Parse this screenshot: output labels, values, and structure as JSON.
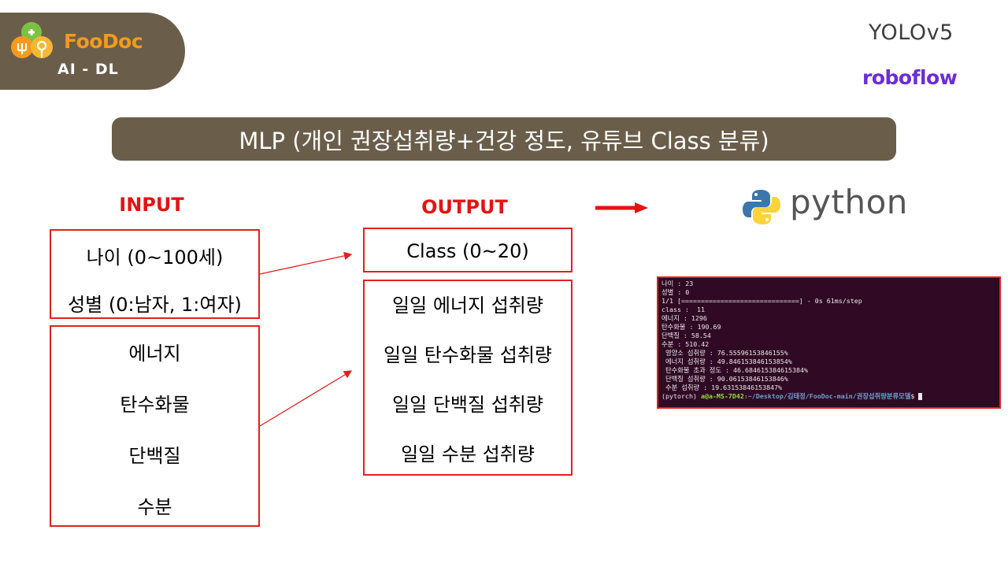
{
  "logo": {
    "name": "FooDoc",
    "subtitle": "AI - DL"
  },
  "partners": {
    "yolo": "YOLOv5",
    "roboflow": "roboflow"
  },
  "title": "MLP (개인 권장섭취량+건강 정도, 유튜브 Class 분류)",
  "input": {
    "label": "INPUT",
    "personal": [
      "나이 (0~100세)",
      "성별 (0:남자, 1:여자)"
    ],
    "nutrients": [
      "에너지",
      "탄수화물",
      "단백질",
      "수분"
    ]
  },
  "output": {
    "label": "OUTPUT",
    "class": "Class (0~20)",
    "intake": [
      "일일 에너지 섭취량",
      "일일 탄수화물 섭취량",
      "일일 단백질 섭취량",
      "일일 수분 섭취량"
    ]
  },
  "python": {
    "label": "python"
  },
  "terminal": {
    "lines": [
      "나이 : 23",
      "성별 : 0",
      "1/1 [==============================] - 0s 61ms/step",
      "class :  11",
      "에너지 : 1296",
      "탄수화물 : 190.69",
      "단백질 : 58.54",
      "수분 : 510.42",
      " 영양소 섭취량 : 76.55596153846155%",
      " 에너지 섭취량 : 49.846153846153854%",
      " 탄수화물 초과 정도 : 46.684615384615384%",
      " 단백질 섭취량 : 90.06153846153846%",
      " 수분 섭취량 : 19.63153846153847%"
    ],
    "prompt": {
      "env": "(pytorch) ",
      "user": "a@a-MS-7D42",
      "path": ":~/Desktop/김태정/FooDoc-main/권장섭취량분류모델",
      "suffix": "$ "
    }
  },
  "colors": {
    "accent_red": "#e41313",
    "badge_brown": "#6a5e4b",
    "logo_orange": "#f49a1e",
    "roboflow_purple": "#6c2bd9",
    "terminal_bg": "#300a24"
  }
}
